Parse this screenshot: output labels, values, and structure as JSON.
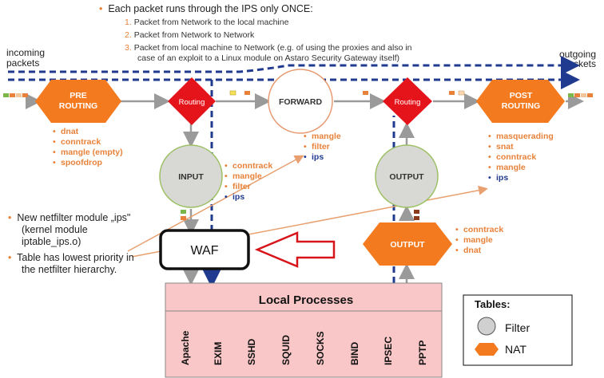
{
  "header": {
    "title": "Each packet runs through the IPS only ONCE:",
    "items": [
      {
        "n": "1.",
        "text": "Packet from Network to the local machine"
      },
      {
        "n": "2.",
        "text": "Packet from Network to Network"
      },
      {
        "n": "3.",
        "text": "Packet from local machine to Network (e.g. of using the proxies and also in"
      },
      {
        "n": "",
        "text": "case of an exploit to a Linux module on Astaro Security Gateway itself)"
      }
    ]
  },
  "labels": {
    "incoming_1": "incoming",
    "incoming_2": "packets",
    "outgoing_1": "outgoing",
    "outgoing_2": "packets"
  },
  "nodes": {
    "prerouting_1": "PRE",
    "prerouting_2": "ROUTING",
    "routing_left": "Routing",
    "forward": "FORWARD",
    "routing_right": "Routing",
    "postrouting_1": "POST",
    "postrouting_2": "ROUTING",
    "input": "INPUT",
    "output_filter": "OUTPUT",
    "output_nat": "OUTPUT",
    "waf": "WAF"
  },
  "lists": {
    "prerouting": [
      "dnat",
      "conntrack",
      "mangle (empty)",
      "spoofdrop"
    ],
    "forward": [
      "mangle",
      "filter",
      "ips"
    ],
    "postrouting": [
      "masquerading",
      "snat",
      "conntrack",
      "mangle",
      "ips"
    ],
    "input": [
      "conntrack",
      "mangle",
      "filter",
      "ips"
    ],
    "output": [
      "conntrack",
      "mangle",
      "dnat"
    ]
  },
  "notes": {
    "line1": "New netfilter module „ips\"",
    "line2": "(kernel module",
    "line3": "iptable_ips.o)",
    "line4": "Table has lowest priority in",
    "line5": "the netfilter hierarchy."
  },
  "local_processes": {
    "title": "Local Processes",
    "items": [
      "Apache",
      "EXIM",
      "SSHD",
      "SQUID",
      "SOCKS",
      "BIND",
      "IPSEC",
      "PPTP"
    ]
  },
  "legend": {
    "title": "Tables:",
    "filter": "Filter",
    "nat": "NAT"
  },
  "colors": {
    "orange": "#f47a20",
    "red": "#e5141b",
    "gray_node": "#d8d8d4",
    "green_border": "#9cc063",
    "salmon_border": "#e89a72",
    "navy": "#1f3a8f",
    "pink": "#f9c7c7",
    "list_orange": "#e8823a"
  }
}
